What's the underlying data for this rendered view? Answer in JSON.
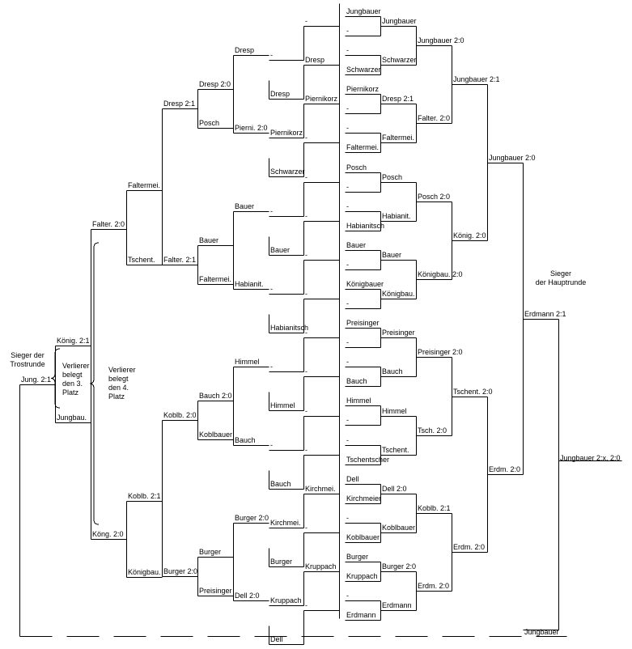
{
  "title": "Endsieger",
  "texts": {
    "a01": "Jungbauer",
    "a02": "-",
    "a03": "-",
    "a04": "Schwarzer",
    "a05": "Piernikorz",
    "a06": "-",
    "a07": "-",
    "a08": "Faltermei.",
    "a09": "Posch",
    "a10": "-",
    "a11": "-",
    "a12": "Habianitsch",
    "a13": "Bauer",
    "a14": "-",
    "a15": "Königbauer",
    "a16": "-",
    "a17": "Preisinger",
    "a18": "-",
    "a19": "-",
    "a20": "Bauch",
    "a21": "Himmel",
    "a22": "-",
    "a23": "-",
    "a24": "Tschentscher",
    "a25": "Dell",
    "a26": "Kirchmeier",
    "a27": "-",
    "a28": "Koblbauer",
    "a29": "Burger",
    "a30": "Kruppach",
    "a31": "-",
    "a32": "Erdmann",
    "b01": "Jungbauer",
    "b02": "Schwarzer",
    "b03": "Dresp 2:1",
    "b04": "Faltermei.",
    "b05": "Posch",
    "b06": "Habianit.",
    "b07": "Bauer",
    "b08": "Königbau.",
    "b09": "Preisinger",
    "b10": "Bauch",
    "b11": "Himmel",
    "b12": "Tschent.",
    "b13": "Dell 2:0",
    "b14": "Koblbauer",
    "b15": "Burger 2:0",
    "b16": "Erdmann",
    "c01": "Jungbauer 2:0",
    "c02": "Falter. 2:0",
    "c03": "Posch 2:0",
    "c04": "Königbau. 2:0",
    "c05": "Preisinger 2:0",
    "c06": "Tsch. 2:0",
    "c07": "Koblb. 2:1",
    "c08": "Erdm. 2:0",
    "d01": "Jungbauer 2:1",
    "d02": "König. 2:0",
    "d03": "Tschent. 2:0",
    "d04": "Erdm. 2:0",
    "e01": "Jungbauer 2:0",
    "e02": "Erdm. 2:0",
    "f01": "Erdmann 2:1",
    "g01": "Jungbauer 2:x, 2:0",
    "h01": "Jungbauer",
    "l01": "-",
    "l02": "Dresp",
    "l03": "Piernikorz",
    "l04": "-",
    "l05": "-",
    "l06": "-",
    "l07": "-",
    "l08": "-",
    "l09": "-",
    "l10": "-",
    "l11": "-",
    "l12": "-",
    "l13": "Kirchmei.",
    "l14": "-",
    "l15": "Kruppach",
    "l16": "-",
    "m01": "-",
    "m02": "Dresp",
    "m03": "Piernikorz",
    "m04": "Schwarzer",
    "m05": "-",
    "m06": "Bauer",
    "m07": "-",
    "m08": "Habianitsch",
    "m09": "-",
    "m10": "Himmel",
    "m11": "-",
    "m12": "Bauch",
    "m13": "Kirchmei.",
    "m14": "Burger",
    "m15": "Kruppach",
    "m16": "Dell",
    "n01": "Dresp",
    "n02": "Pierni. 2:0",
    "n03": "Bauer",
    "n04": "Habianit.",
    "n05": "Himmel",
    "n06": "Bauch",
    "n07": "Burger 2:0",
    "n08": "Dell 2:0",
    "o01": "Dresp 2:0",
    "o02": "Posch",
    "o03": "Bauer",
    "o04": "Faltermei.",
    "o05": "Bauch 2:0",
    "o06": "Koblbauer",
    "o07": "Burger",
    "o08": "Preisinger",
    "p01": "Dresp 2:1",
    "p02": "Falter. 2:1",
    "p03": "Koblb. 2:0",
    "p04": "Burger 2:0",
    "q01": "Faltermei.",
    "q02": "Tschent.",
    "q03": "Koblb. 2:1",
    "q04": "Königbau.",
    "r01": "Falter. 2:0",
    "r02": "Köng. 2:0",
    "s01": "König. 2:1",
    "s02": "Jungbau.",
    "t01": "Jung. 2:1",
    "notes": {
      "sieger_trostrunde": [
        "Sieger der",
        "Trostrunde"
      ],
      "verlierer_3": [
        "Verlierer",
        "belegt",
        "den 3.",
        "Platz"
      ],
      "verlierer_4": [
        "Verlierer",
        "belegt",
        "den 4.",
        "Platz"
      ],
      "sieger_hauptrunde": [
        "Sieger",
        "der Hauptrunde"
      ]
    }
  }
}
